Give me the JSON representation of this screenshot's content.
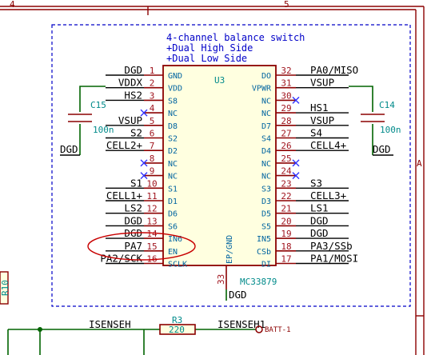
{
  "frame": {
    "col4": "4",
    "col5": "5",
    "rowA": "A"
  },
  "note": [
    "4-channel balance switch",
    "+Dual High Side",
    "+Dual Low Side"
  ],
  "ic": {
    "ref": "U3",
    "value": "MC33879",
    "ep_label": "EP/GND",
    "ep_pin": "33",
    "ep_net": "DGD",
    "left_pins": [
      {
        "num": "1",
        "name": "GND",
        "net": "DGD"
      },
      {
        "num": "2",
        "name": "VDD",
        "net": "VDDX"
      },
      {
        "num": "3",
        "name": "S8",
        "net": "HS2"
      },
      {
        "num": "4",
        "name": "NC",
        "net": ""
      },
      {
        "num": "5",
        "name": "D8",
        "net": "VSUP"
      },
      {
        "num": "6",
        "name": "S2",
        "net": "S2"
      },
      {
        "num": "7",
        "name": "D2",
        "net": "CELL2+"
      },
      {
        "num": "8",
        "name": "NC",
        "net": ""
      },
      {
        "num": "9",
        "name": "NC",
        "net": ""
      },
      {
        "num": "10",
        "name": "S1",
        "net": "S1"
      },
      {
        "num": "11",
        "name": "D1",
        "net": "CELL1+"
      },
      {
        "num": "12",
        "name": "D6",
        "net": "LS2"
      },
      {
        "num": "13",
        "name": "S6",
        "net": "DGD"
      },
      {
        "num": "14",
        "name": "IN6",
        "net": "DGD"
      },
      {
        "num": "15",
        "name": "EN",
        "net": "PA7"
      },
      {
        "num": "16",
        "name": "SCLK",
        "net": "PA2/SCK"
      }
    ],
    "right_pins": [
      {
        "num": "32",
        "name": "DO",
        "net": "PA0/MISO"
      },
      {
        "num": "31",
        "name": "VPWR",
        "net": "VSUP"
      },
      {
        "num": "30",
        "name": "NC",
        "net": ""
      },
      {
        "num": "29",
        "name": "NC",
        "net": "HS1"
      },
      {
        "num": "28",
        "name": "D7",
        "net": "VSUP"
      },
      {
        "num": "27",
        "name": "S4",
        "net": "S4"
      },
      {
        "num": "26",
        "name": "D4",
        "net": "CELL4+"
      },
      {
        "num": "25",
        "name": "NC",
        "net": ""
      },
      {
        "num": "24",
        "name": "NC",
        "net": ""
      },
      {
        "num": "23",
        "name": "S3",
        "net": "S3"
      },
      {
        "num": "22",
        "name": "D3",
        "net": "CELL3+"
      },
      {
        "num": "21",
        "name": "D5",
        "net": "LS1"
      },
      {
        "num": "20",
        "name": "S5",
        "net": "DGD"
      },
      {
        "num": "19",
        "name": "IN5",
        "net": "DGD"
      },
      {
        "num": "18",
        "name": "CSb",
        "net": "PA3/SSb"
      },
      {
        "num": "17",
        "name": "DI",
        "net": "PA1/MOSI"
      }
    ]
  },
  "c15": {
    "ref": "C15",
    "value": "100n",
    "net": "DGD"
  },
  "c14": {
    "ref": "C14",
    "value": "100n",
    "net": "DGD"
  },
  "bottom": {
    "r10_ref": "R10",
    "r3_ref": "R3",
    "r3_value": "220",
    "left_net": "ISENSEH",
    "right_net": "ISENSEH1",
    "port": "BATT-1"
  },
  "colors": {
    "wire": "#006400",
    "component": "#8b0000",
    "ic_fill": "#ffffe0",
    "box": "#0000c8",
    "note": "#0000c8",
    "highlight": "#c80000"
  }
}
